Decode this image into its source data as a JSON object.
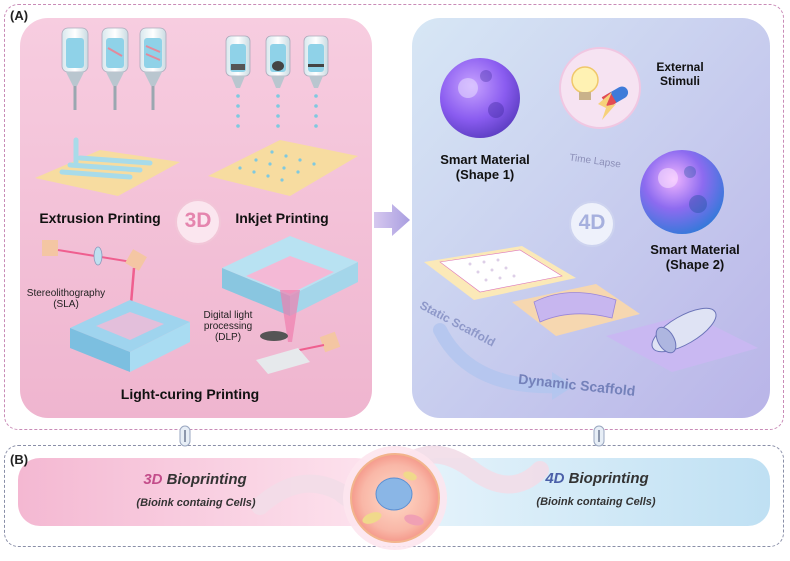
{
  "panel_a": {
    "label": "(A)",
    "left": {
      "badge": "3D",
      "extrusion": "Extrusion Printing",
      "inkjet": "Inkjet Printing",
      "sla_line1": "Stereolithography",
      "sla_line2": "(SLA)",
      "dlp_line1": "Digital light",
      "dlp_line2": "processing",
      "dlp_line3": "(DLP)",
      "light_curing": "Light-curing Printing"
    },
    "right": {
      "badge": "4D",
      "stimuli_line1": "External",
      "stimuli_line2": "Stimuli",
      "shape1_line1": "Smart Material",
      "shape1_line2": "(Shape 1)",
      "time_lapse": "Time Lapse",
      "shape2_line1": "Smart Material",
      "shape2_line2": "(Shape 2)",
      "static": "Static Scaffold",
      "dynamic": "Dynamic Scaffold"
    }
  },
  "panel_b": {
    "label": "(B)",
    "left_prefix": "3D",
    "left_title": " Bioprinting",
    "left_sub": "(Bioink containg Cells)",
    "right_prefix": "4D",
    "right_title": " Bioprinting",
    "right_sub": "(Bioink containg Cells)"
  }
}
